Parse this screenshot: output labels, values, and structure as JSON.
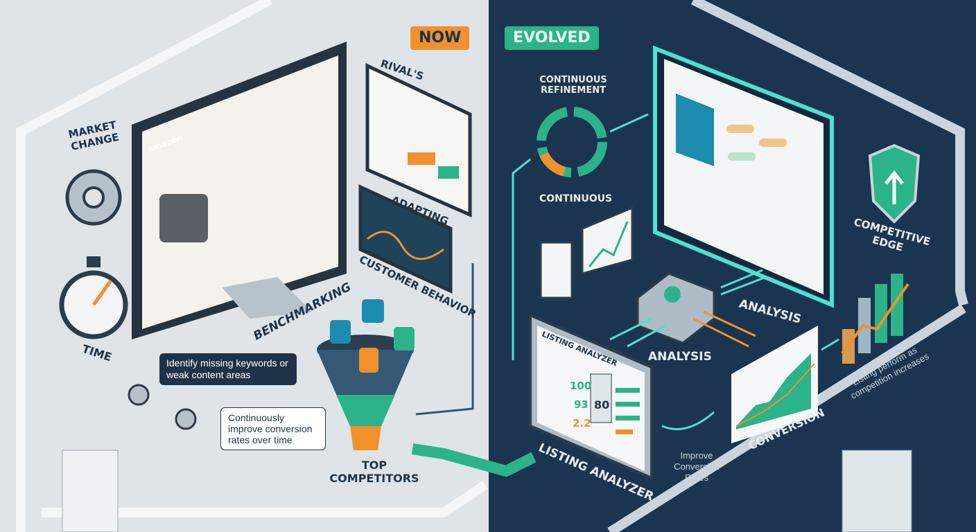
{
  "colors": {
    "left_bg": "#dfe4e8",
    "right_bg": "#1b3550",
    "orange": "#f0912e",
    "teal": "#2bb38a",
    "accent_glow": "#4fe0d0",
    "navy": "#1e3347"
  },
  "now": {
    "badge": "NOW",
    "market_change": "MARKET CHANGE",
    "time": "TIME",
    "brand": "amazon",
    "rivals": "RIVAL'S",
    "adapting": "ADAPTING",
    "customer_behavior": "CUSTOMER BEHAVIOR",
    "benchmarking": "BENCHMARKING",
    "bubble_identify": "Identify missing keywords or weak content areas",
    "bubble_continuously": "Continuously improve conversion rates over time",
    "top_competitors": "TOP COMPETITORS",
    "funnel_icons": [
      "dollar-icon",
      "chart-icon",
      "percent-icon",
      "pie-icon"
    ]
  },
  "evolved": {
    "badge": "EVOLVED",
    "continuous_refinement": "CONTINUOUS REFINEMENT",
    "continuous": "CONTINUOUS",
    "competitive_edge": "COMPETITIVE EDGE",
    "analysis_top": "ANALYSIS",
    "analysis_hub": "ANALYSIS",
    "listing_analyzer_title": "LISTING ANALYZER",
    "listing_analyzer_label": "LISTING ANALYZER",
    "scores": [
      "100",
      "93",
      "2.2"
    ],
    "score_big": "80",
    "conversion": "CONVERSION",
    "improve": "Improve Conversion Rates",
    "listing_perform": "Listing perform as competition increases"
  }
}
